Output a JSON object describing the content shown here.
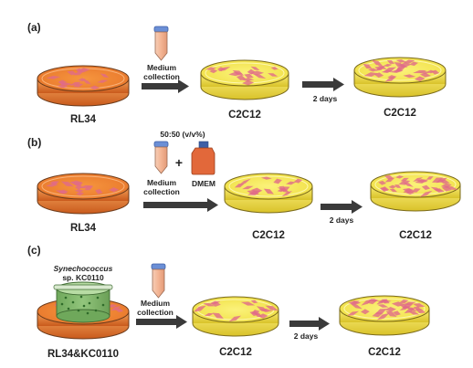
{
  "panels": {
    "a": {
      "label": "(a)",
      "source_dish": "RL34",
      "step_label_line1": "Medium",
      "step_label_line2": "collection",
      "target_dish": "C2C12",
      "incubation": "2 days",
      "result_dish": "C2C12"
    },
    "b": {
      "label": "(b)",
      "ratio": "50:50 (v/v%)",
      "plus": "+",
      "bottle_label": "DMEM",
      "source_dish": "RL34",
      "step_label_line1": "Medium",
      "step_label_line2": "collection",
      "target_dish": "C2C12",
      "incubation": "2 days",
      "result_dish": "C2C12"
    },
    "c": {
      "label": "(c)",
      "insert_line1": "Synechococcus",
      "insert_line2": "sp. KC0110",
      "source_dish": "RL34&KC0110",
      "step_label_line1": "Medium",
      "step_label_line2": "collection",
      "target_dish": "C2C12",
      "incubation": "2 days",
      "result_dish": "C2C12"
    }
  },
  "colors": {
    "rl34_medium": "#f08a3e",
    "rl34_rim": "#d9681f",
    "c2c12_medium": "#f6ec55",
    "c2c12_rim": "#d8c227",
    "cell": "#e06a8a",
    "insert_green": "#7fb86a",
    "arrow": "#3a3a3a",
    "tube_cap": "#6b8fd6",
    "tube_body": "#f3b99a",
    "bottle": "#e2683a"
  }
}
